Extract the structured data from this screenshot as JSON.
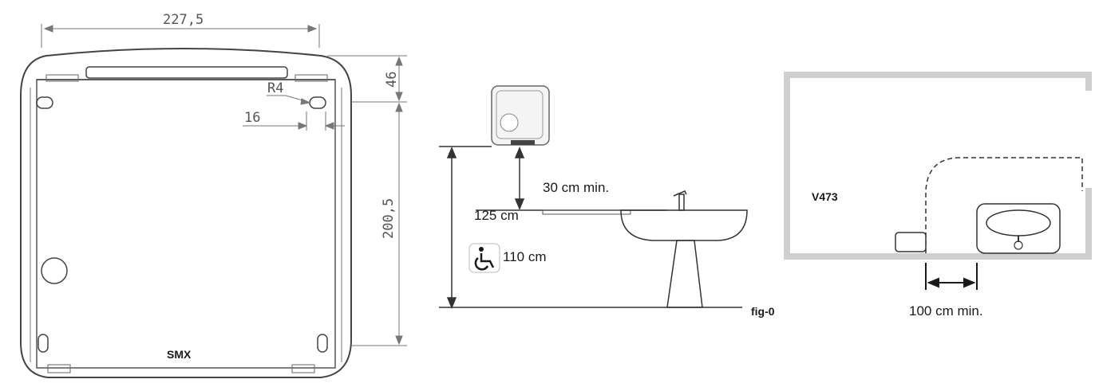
{
  "panel1": {
    "dim_width": "227,5",
    "dim_top": "46",
    "dim_height": "200,5",
    "dim_radius": "R4",
    "dim_hole": "16",
    "model": "SMX"
  },
  "panel2": {
    "dim_clearance": "30 cm min.",
    "dim_height": "125 cm",
    "dim_accessible": "110 cm",
    "accessible_icon": "wheelchair-icon"
  },
  "panel3": {
    "model": "V473",
    "dim_spacing": "100 cm min.",
    "fig_label": "fig-0"
  },
  "colors": {
    "line": "#333333",
    "dim_line": "#777777",
    "wall": "#cfcfcf"
  }
}
